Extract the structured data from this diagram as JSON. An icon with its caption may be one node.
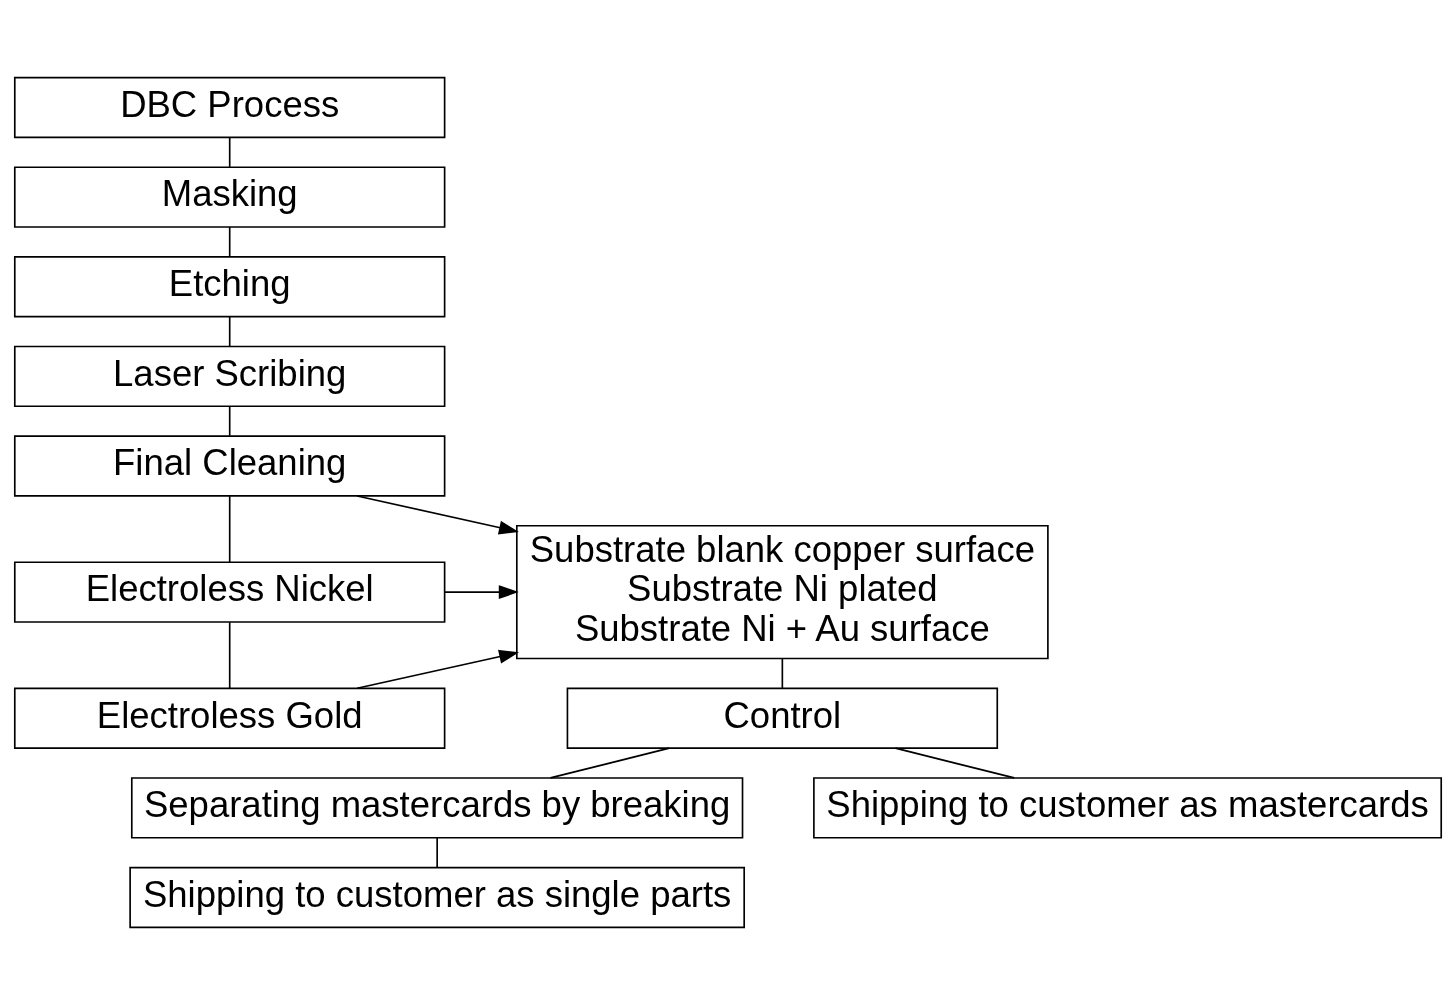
{
  "diagram": {
    "nodes": [
      {
        "text": [
          "DBC Process"
        ]
      },
      {
        "text": [
          "Masking"
        ]
      },
      {
        "text": [
          "Etching"
        ]
      },
      {
        "text": [
          "Laser Scribing"
        ]
      },
      {
        "text": [
          "Final Cleaning"
        ]
      },
      {
        "text": [
          "Electroless Nickel"
        ]
      },
      {
        "text": [
          "Electroless Gold"
        ]
      },
      {
        "text": [
          "Substrate blank copper surface",
          "Substrate Ni plated",
          "Substrate Ni + Au surface"
        ]
      },
      {
        "text": [
          "Control"
        ]
      },
      {
        "text": [
          "Separating mastercards by breaking"
        ]
      },
      {
        "text": [
          "Shipping to customer as single parts"
        ]
      },
      {
        "text": [
          "Shipping to customer as mastercards"
        ]
      }
    ],
    "edges": [
      {
        "from": 0,
        "to": 1,
        "arrow": "none"
      },
      {
        "from": 1,
        "to": 2,
        "arrow": "none"
      },
      {
        "from": 2,
        "to": 3,
        "arrow": "none"
      },
      {
        "from": 3,
        "to": 4,
        "arrow": "none"
      },
      {
        "from": 4,
        "to": 5,
        "arrow": "none"
      },
      {
        "from": 5,
        "to": 6,
        "arrow": "none"
      },
      {
        "from": 4,
        "to": 7,
        "arrow": "to"
      },
      {
        "from": 5,
        "to": 7,
        "arrow": "to"
      },
      {
        "from": 6,
        "to": 7,
        "arrow": "to"
      },
      {
        "from": 7,
        "to": 8,
        "arrow": "none"
      },
      {
        "from": 8,
        "to": 9,
        "arrow": "none"
      },
      {
        "from": 8,
        "to": 11,
        "arrow": "none"
      },
      {
        "from": 9,
        "to": 10,
        "arrow": "none"
      }
    ]
  }
}
